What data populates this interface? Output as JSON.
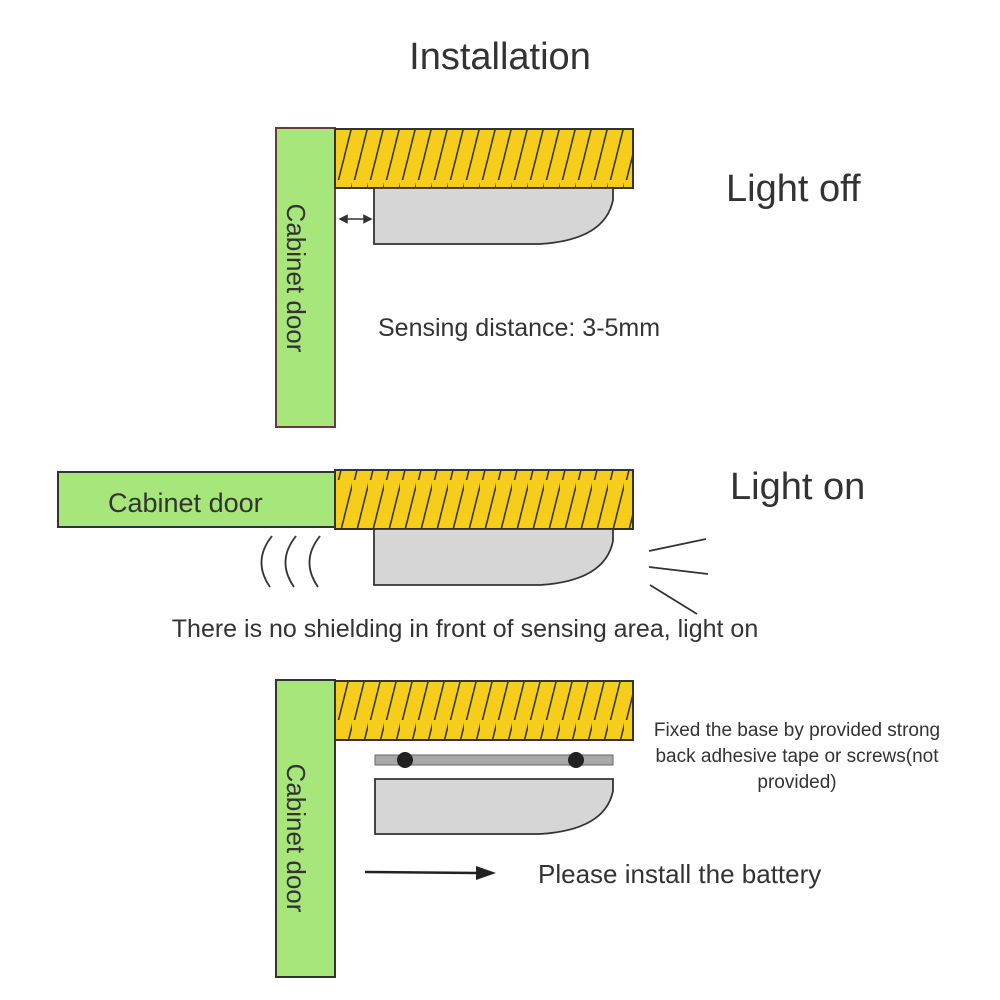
{
  "title": "Installation",
  "states": {
    "off_label": "Light off",
    "on_label": "Light on"
  },
  "door_label": "Cabinet door",
  "notes": {
    "sensing_distance": "Sensing distance: 3-5mm",
    "no_shielding": "There is no shielding in front of sensing area, light on",
    "fix_base": "Fixed the base by provided strong back adhesive tape or screws(not provided)",
    "battery": "Please install the battery"
  },
  "colors": {
    "door_fill": "#a6e67a",
    "shelf_fill": "#f6cd1a",
    "light_fill": "#d6d6d6",
    "rail_fill": "#a8a8a8",
    "outline": "#333333"
  }
}
